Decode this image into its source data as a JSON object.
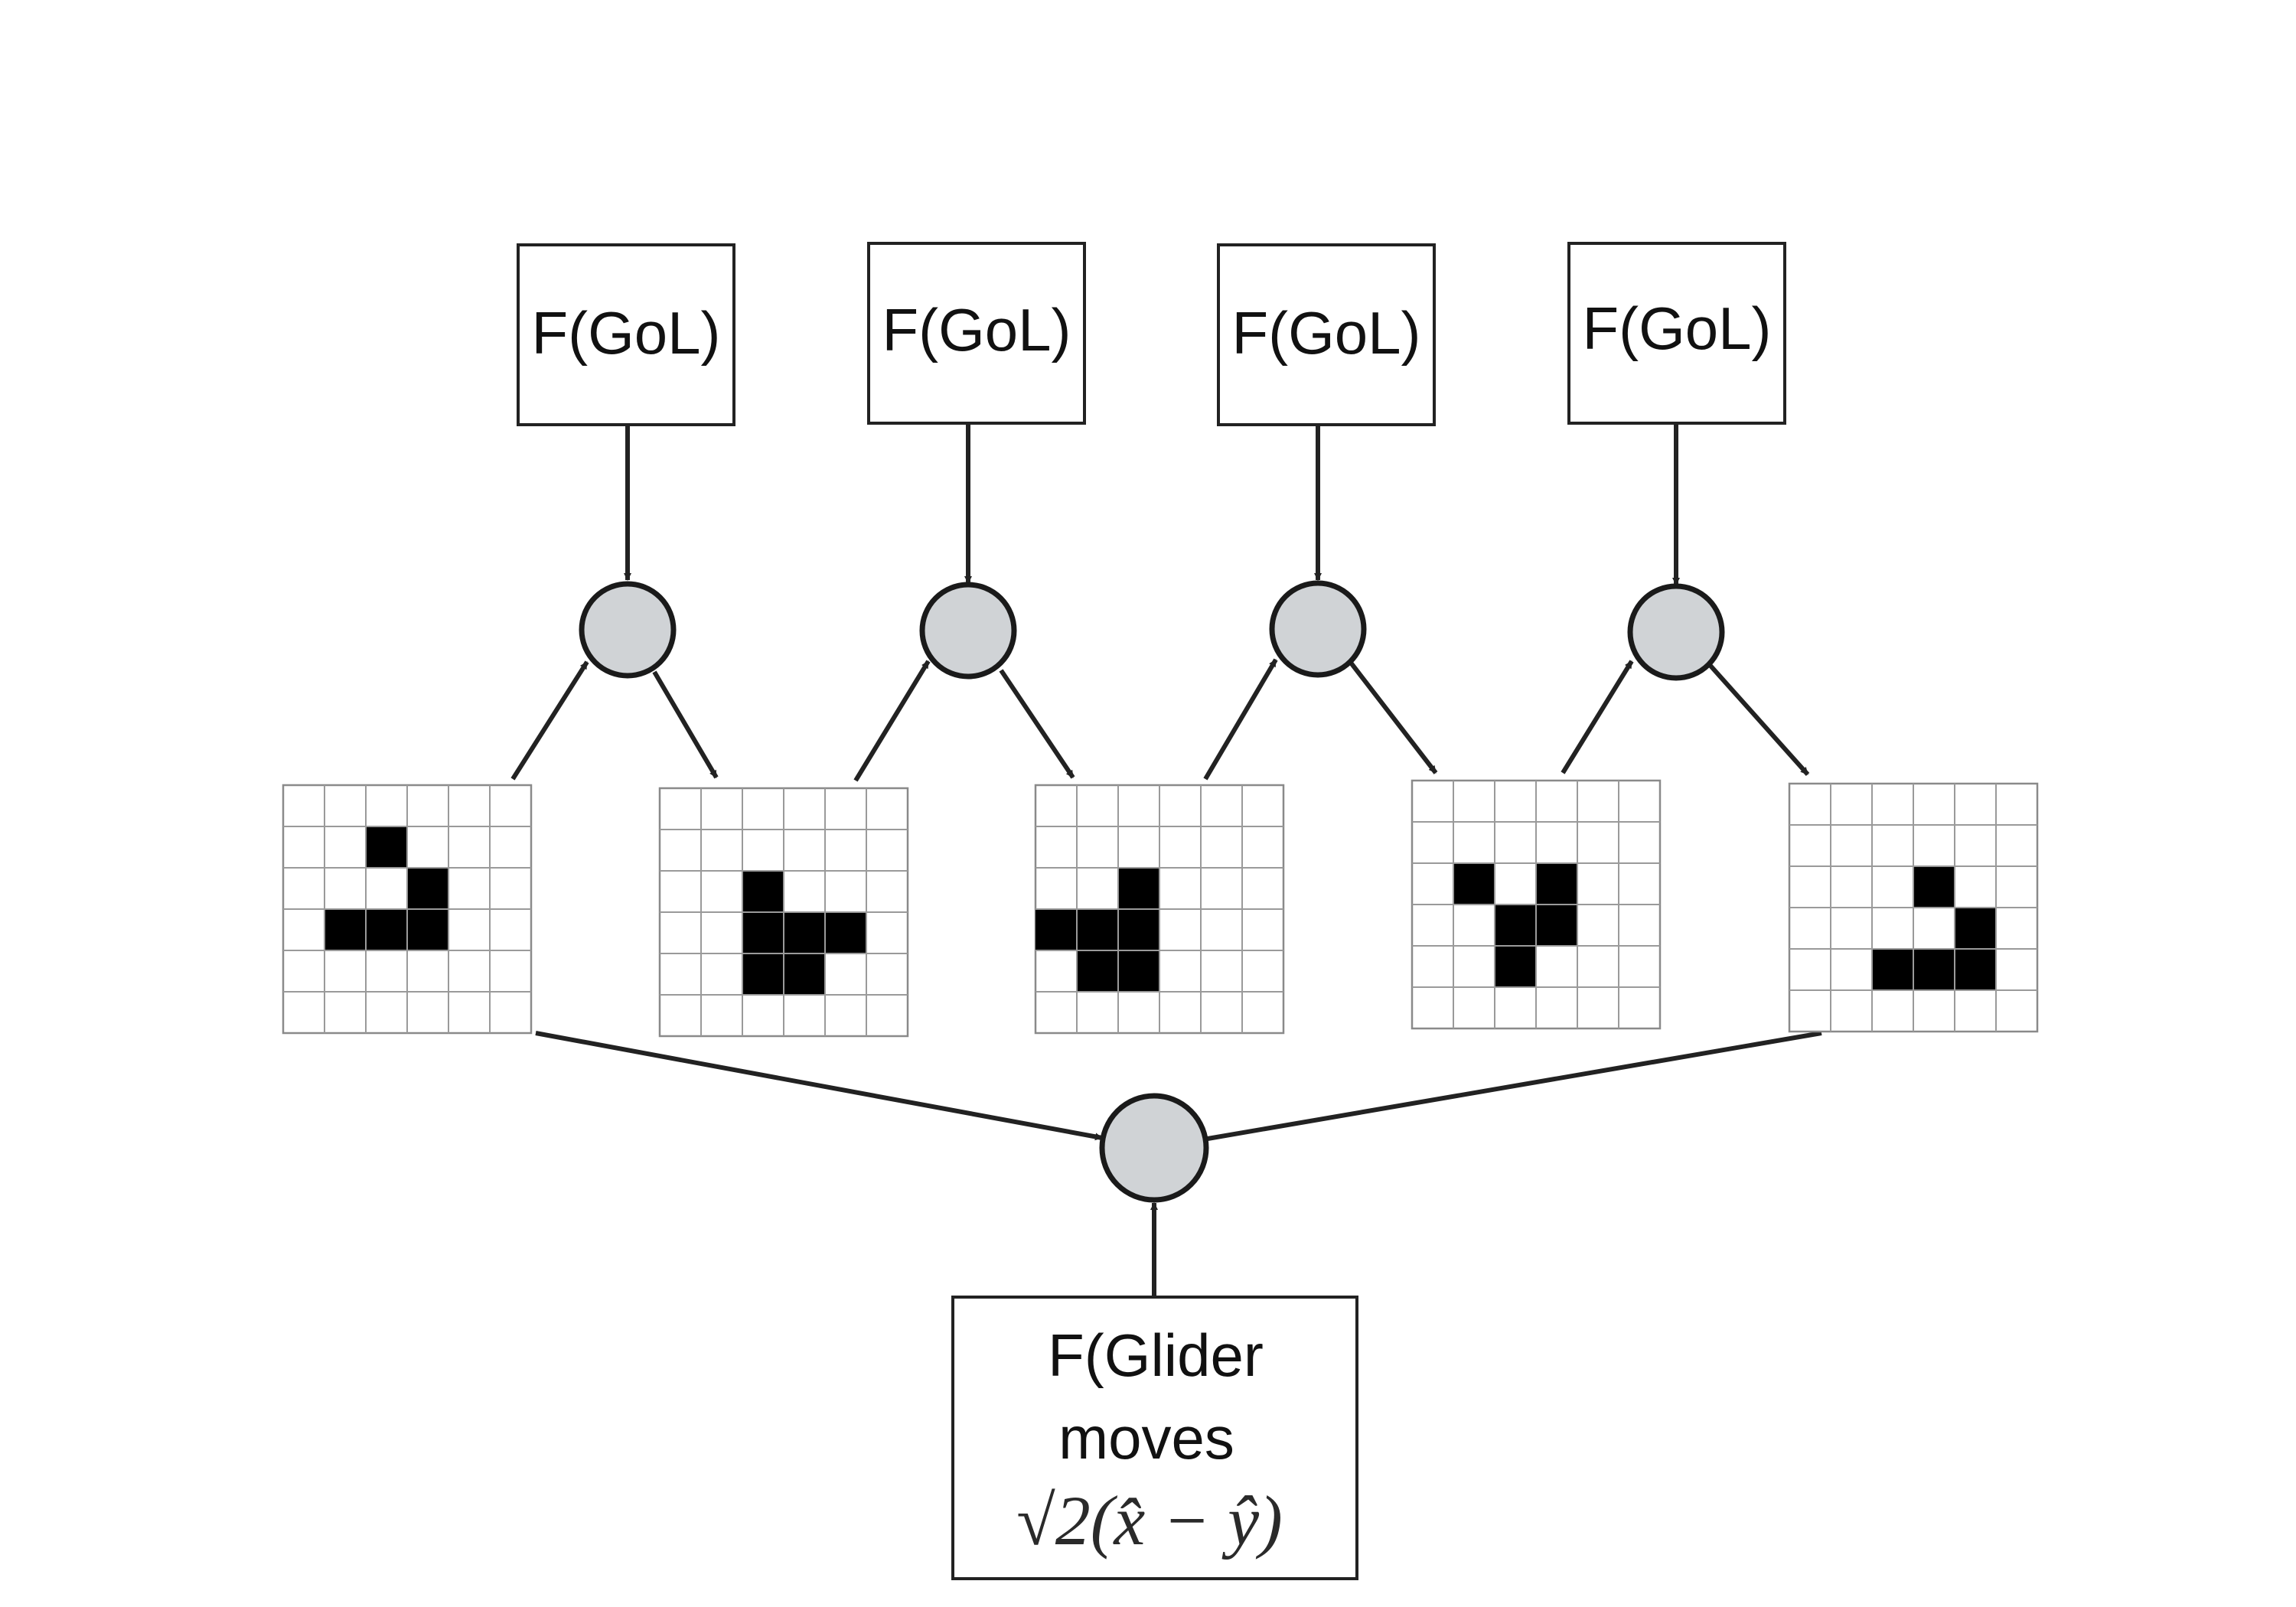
{
  "rule_label": "F(GoL)",
  "glider_box": {
    "line1": "F(Glider",
    "line2": "moves",
    "formula": "√2(x̂ − ŷ)"
  },
  "grid": {
    "rows": 6,
    "cols": 6
  },
  "boards": [
    {
      "name": "board-1",
      "cells": [
        [
          1,
          2
        ],
        [
          2,
          3
        ],
        [
          3,
          1
        ],
        [
          3,
          2
        ],
        [
          3,
          3
        ]
      ]
    },
    {
      "name": "board-2",
      "cells": [
        [
          2,
          2
        ],
        [
          3,
          2
        ],
        [
          3,
          3
        ],
        [
          3,
          4
        ],
        [
          4,
          2
        ],
        [
          4,
          3
        ]
      ]
    },
    {
      "name": "board-3",
      "cells": [
        [
          2,
          2
        ],
        [
          3,
          1
        ],
        [
          3,
          2
        ],
        [
          4,
          2
        ],
        [
          3,
          0
        ],
        [
          4,
          1
        ]
      ]
    },
    {
      "name": "board-4",
      "cells": [
        [
          2,
          1
        ],
        [
          2,
          3
        ],
        [
          3,
          2
        ],
        [
          3,
          3
        ],
        [
          4,
          2
        ]
      ]
    },
    {
      "name": "board-5",
      "cells": [
        [
          2,
          3
        ],
        [
          3,
          4
        ],
        [
          4,
          2
        ],
        [
          4,
          3
        ],
        [
          4,
          4
        ]
      ]
    }
  ],
  "colors": {
    "node_fill": "#d0d3d6",
    "stroke": "#222222",
    "cell_on": "#000000"
  }
}
